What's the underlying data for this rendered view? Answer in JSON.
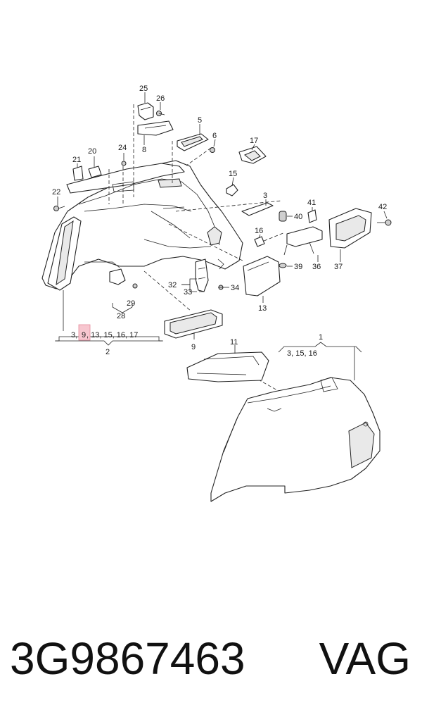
{
  "callouts": {
    "c1": "1",
    "c2": "2",
    "c3": "3",
    "c5": "5",
    "c6": "6",
    "c8": "8",
    "c9": "9",
    "c11": "11",
    "c13": "13",
    "c15": "15",
    "c16": "16",
    "c17": "17",
    "c20": "20",
    "c21": "21",
    "c22": "22",
    "c24": "24",
    "c25": "25",
    "c26": "26",
    "c28": "28",
    "c29": "29",
    "c32": "32",
    "c33": "33",
    "c34": "34",
    "c36": "36",
    "c37": "37",
    "c39": "39",
    "c40": "40",
    "c41": "41",
    "c42": "42"
  },
  "groups": {
    "g2_a": "3,",
    "g2_hl": "9",
    "g2_b": ", 13, 15, 16, 17",
    "g1": "3, 15, 16"
  },
  "highlight_color": "#f7c6cf",
  "footer": {
    "part_number": "3G9867463",
    "brand": "VAG"
  }
}
